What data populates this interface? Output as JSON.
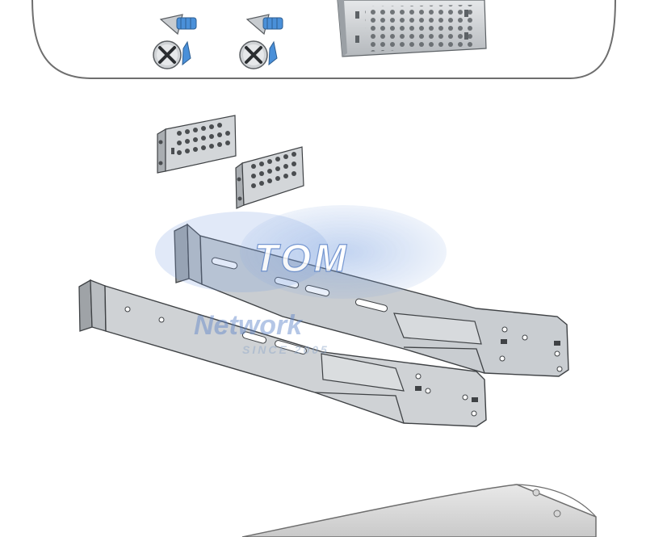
{
  "watermark": {
    "brand_line1": "TOM",
    "brand_line2": "Network",
    "since_text": "SINCE 2005"
  },
  "colors": {
    "background": "#ffffff",
    "panel_outline": "#6e6e6e",
    "metal_light": "#d9dcde",
    "metal_mid": "#b9bdc1",
    "metal_dark": "#8a8f94",
    "line": "#4a4d50",
    "watermark_blue": "#5f86c9",
    "screw_blue": "#4a90d9"
  },
  "parts": {
    "icons": [
      "flat-head-screw-icon",
      "phillips-screw-head-icon",
      "mounting-bracket-icon",
      "rail-icon"
    ]
  }
}
